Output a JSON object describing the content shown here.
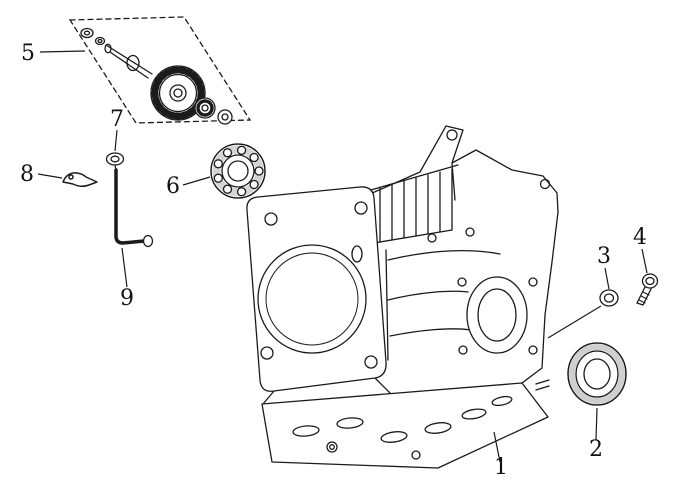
{
  "figure": {
    "type": "exploded-parts-diagram",
    "background_color": "#ffffff",
    "line_color": "#1b1b1b"
  },
  "callouts": [
    {
      "number": "1"
    },
    {
      "number": "2"
    },
    {
      "number": "3"
    },
    {
      "number": "4"
    },
    {
      "number": "5"
    },
    {
      "number": "6"
    },
    {
      "number": "7"
    },
    {
      "number": "8"
    },
    {
      "number": "9"
    }
  ]
}
